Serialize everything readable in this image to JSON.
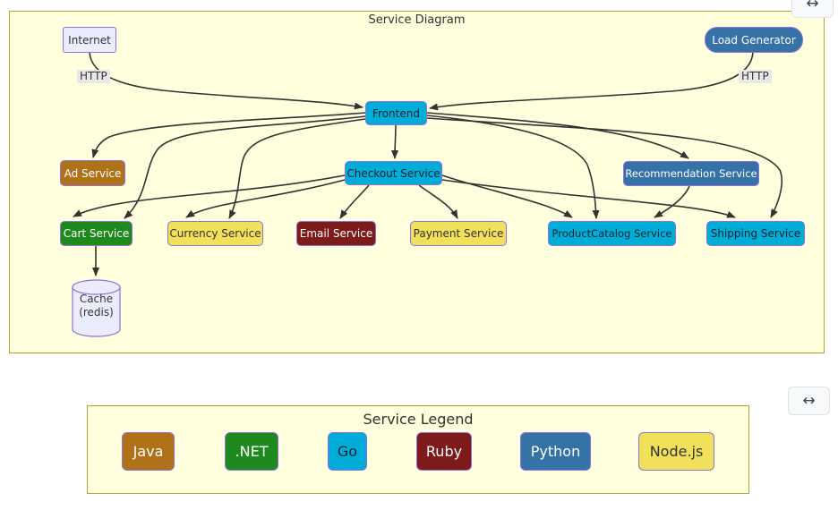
{
  "diagram": {
    "title": "Service Diagram",
    "nodes": {
      "internet": {
        "label": "Internet"
      },
      "load_generator": {
        "label": "Load Generator"
      },
      "frontend": {
        "label": "Frontend"
      },
      "ad": {
        "label": "Ad Service"
      },
      "checkout": {
        "label": "Checkout Service"
      },
      "recommendation": {
        "label": "Recommendation Service"
      },
      "cart": {
        "label": "Cart Service"
      },
      "currency": {
        "label": "Currency Service"
      },
      "email": {
        "label": "Email Service"
      },
      "payment": {
        "label": "Payment Service"
      },
      "product_catalog": {
        "label": "ProductCatalog Service"
      },
      "shipping": {
        "label": "Shipping Service"
      },
      "cache": {
        "label_line1": "Cache",
        "label_line2": "(redis)"
      }
    },
    "edge_labels": {
      "http_left": "HTTP",
      "http_right": "HTTP"
    },
    "edges": [
      {
        "from": "Internet",
        "to": "Frontend",
        "label": "HTTP"
      },
      {
        "from": "Load Generator",
        "to": "Frontend",
        "label": "HTTP"
      },
      {
        "from": "Frontend",
        "to": "Checkout Service"
      },
      {
        "from": "Frontend",
        "to": "Ad Service"
      },
      {
        "from": "Frontend",
        "to": "Cart Service"
      },
      {
        "from": "Frontend",
        "to": "Currency Service"
      },
      {
        "from": "Frontend",
        "to": "Recommendation Service"
      },
      {
        "from": "Frontend",
        "to": "ProductCatalog Service"
      },
      {
        "from": "Frontend",
        "to": "Shipping Service"
      },
      {
        "from": "Checkout Service",
        "to": "Cart Service"
      },
      {
        "from": "Checkout Service",
        "to": "Currency Service"
      },
      {
        "from": "Checkout Service",
        "to": "Email Service"
      },
      {
        "from": "Checkout Service",
        "to": "Payment Service"
      },
      {
        "from": "Checkout Service",
        "to": "ProductCatalog Service"
      },
      {
        "from": "Checkout Service",
        "to": "Shipping Service"
      },
      {
        "from": "Recommendation Service",
        "to": "ProductCatalog Service"
      },
      {
        "from": "Cart Service",
        "to": "Cache (redis)"
      }
    ]
  },
  "legend": {
    "title": "Service Legend",
    "items": [
      {
        "label": "Java",
        "color": "#b07219"
      },
      {
        "label": ".NET",
        "color": "#1e8a1e"
      },
      {
        "label": "Go",
        "color": "#00ADD8"
      },
      {
        "label": "Ruby",
        "color": "#7d1a1a"
      },
      {
        "label": "Python",
        "color": "#3572A5"
      },
      {
        "label": "Node.js",
        "color": "#f1e05a"
      }
    ]
  },
  "controls": {
    "expand_icon_top": "↔",
    "expand_icon_bottom": "↔"
  },
  "colors": {
    "panel_bg": "#ffffde",
    "panel_border": "#aaaa33",
    "node_default_bg": "#ECECFF",
    "node_border": "#9370DB",
    "edge": "#333333",
    "edge_label_bg": "#e8e8e8",
    "go_cyan": "#00ADD8",
    "java_brown": "#b07219",
    "dotnet_green": "#1e8a1e",
    "ruby_red": "#7d1a1a",
    "python_blue": "#3572A5",
    "nodejs_yellow": "#f1e05a"
  }
}
